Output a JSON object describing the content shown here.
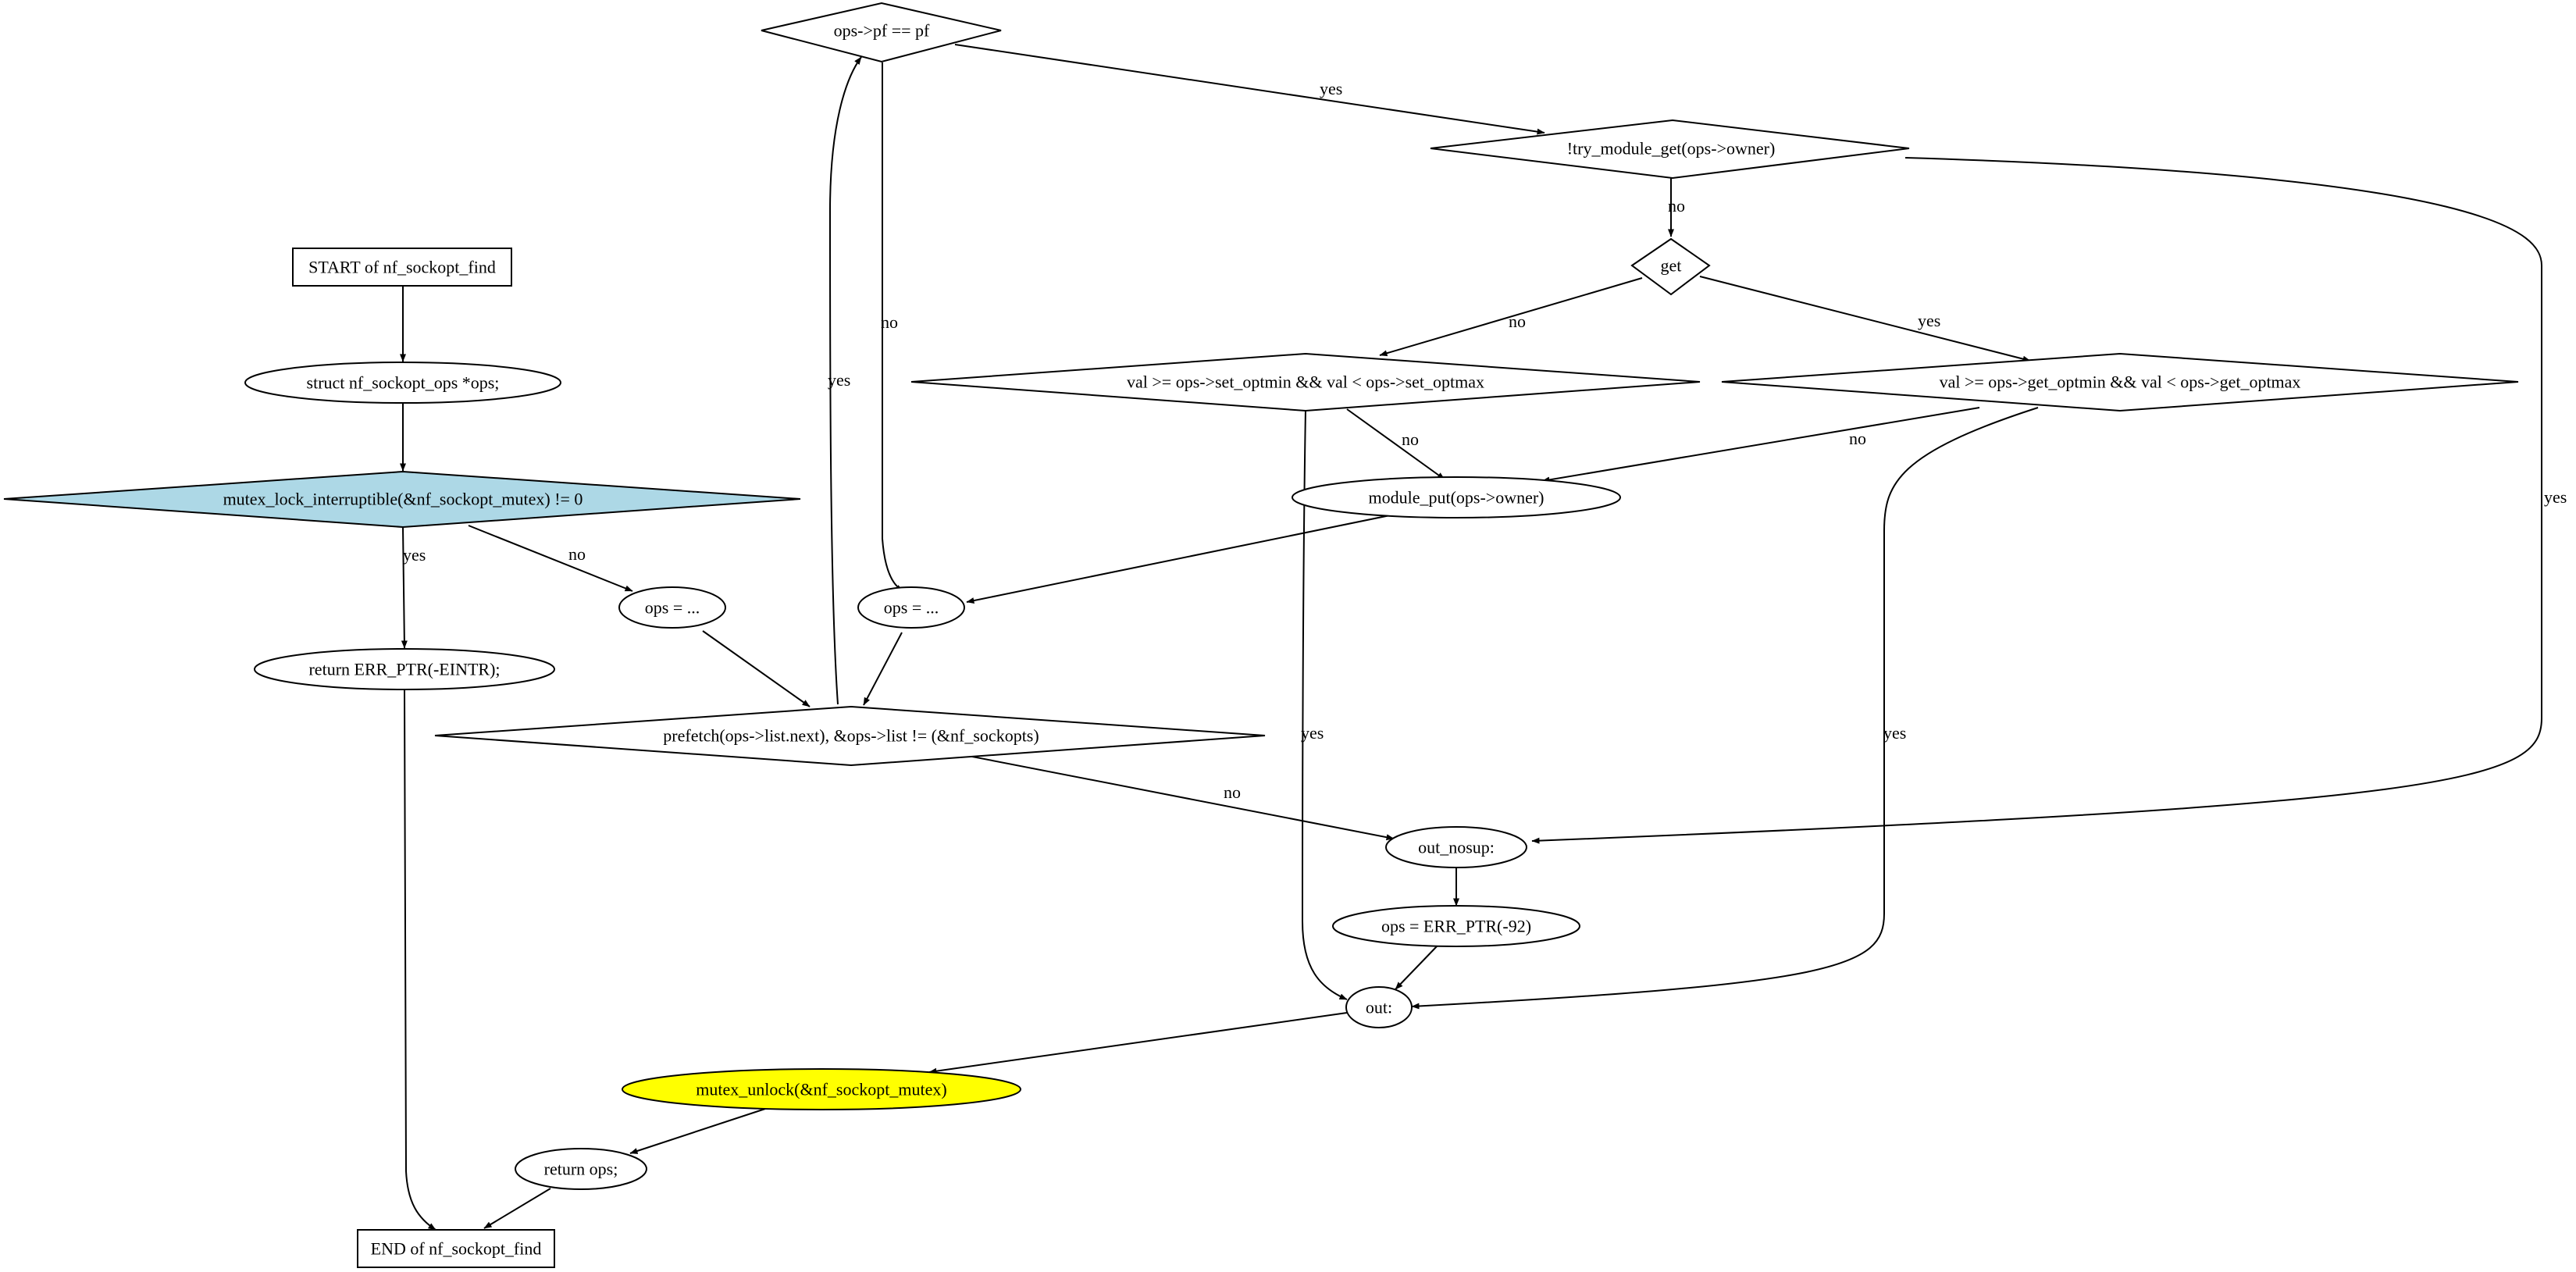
{
  "colors": {
    "stroke": "#000000",
    "background": "#ffffff",
    "highlight_condition": "#add8e6",
    "highlight_unlock": "#ffff00"
  },
  "nodes": {
    "start": {
      "label": "START of nf_sockopt_find",
      "shape": "box"
    },
    "decl": {
      "label": "struct nf_sockopt_ops *ops;",
      "shape": "ellipse"
    },
    "mutex_lock": {
      "label": "mutex_lock_interruptible(&nf_sockopt_mutex) != 0",
      "shape": "diamond",
      "fill": "#add8e6"
    },
    "return_eintr": {
      "label": "return ERR_PTR(-EINTR);",
      "shape": "ellipse"
    },
    "ops_init": {
      "label": "ops = ...",
      "shape": "ellipse"
    },
    "ops_next": {
      "label": "ops = ...",
      "shape": "ellipse"
    },
    "prefetch": {
      "label": "prefetch(ops->list.next), &ops->list != (&nf_sockopts)",
      "shape": "diamond"
    },
    "pf_check": {
      "label": "ops->pf == pf",
      "shape": "diamond"
    },
    "try_module": {
      "label": "!try_module_get(ops->owner)",
      "shape": "diamond"
    },
    "get": {
      "label": "get",
      "shape": "diamond"
    },
    "set_range": {
      "label": "val >= ops->set_optmin && val < ops->set_optmax",
      "shape": "diamond"
    },
    "get_range": {
      "label": "val >= ops->get_optmin && val < ops->get_optmax",
      "shape": "diamond"
    },
    "module_put": {
      "label": "module_put(ops->owner)",
      "shape": "ellipse"
    },
    "out_nosup": {
      "label": "out_nosup:",
      "shape": "ellipse"
    },
    "err_ptr": {
      "label": "ops = ERR_PTR(-92)",
      "shape": "ellipse"
    },
    "out": {
      "label": "out:",
      "shape": "ellipse"
    },
    "unlock": {
      "label": "mutex_unlock(&nf_sockopt_mutex)",
      "shape": "ellipse",
      "fill": "#ffff00"
    },
    "return_ops": {
      "label": "return ops;",
      "shape": "ellipse"
    },
    "end": {
      "label": "END of nf_sockopt_find",
      "shape": "box"
    }
  },
  "edges": {
    "start_decl": {
      "label": ""
    },
    "decl_lock": {
      "label": ""
    },
    "lock_eintr": {
      "label": "yes"
    },
    "lock_opsinit": {
      "label": "no"
    },
    "eintr_end": {
      "label": ""
    },
    "opsinit_prefetch": {
      "label": ""
    },
    "prefetch_pf": {
      "label": "yes"
    },
    "prefetch_nosup": {
      "label": "no"
    },
    "pf_try": {
      "label": "yes"
    },
    "pf_opsnext": {
      "label": "no"
    },
    "try_get": {
      "label": "no"
    },
    "try_nosup": {
      "label": "yes"
    },
    "get_set": {
      "label": "no"
    },
    "get_get": {
      "label": "yes"
    },
    "set_out": {
      "label": "yes"
    },
    "set_put": {
      "label": "no"
    },
    "getr_put": {
      "label": "no"
    },
    "getr_out": {
      "label": "yes"
    },
    "put_opsnext": {
      "label": ""
    },
    "opsnext_prefetch": {
      "label": ""
    },
    "nosup_err": {
      "label": ""
    },
    "err_out": {
      "label": ""
    },
    "out_unlock": {
      "label": ""
    },
    "unlock_ret": {
      "label": ""
    },
    "ret_end": {
      "label": ""
    }
  }
}
